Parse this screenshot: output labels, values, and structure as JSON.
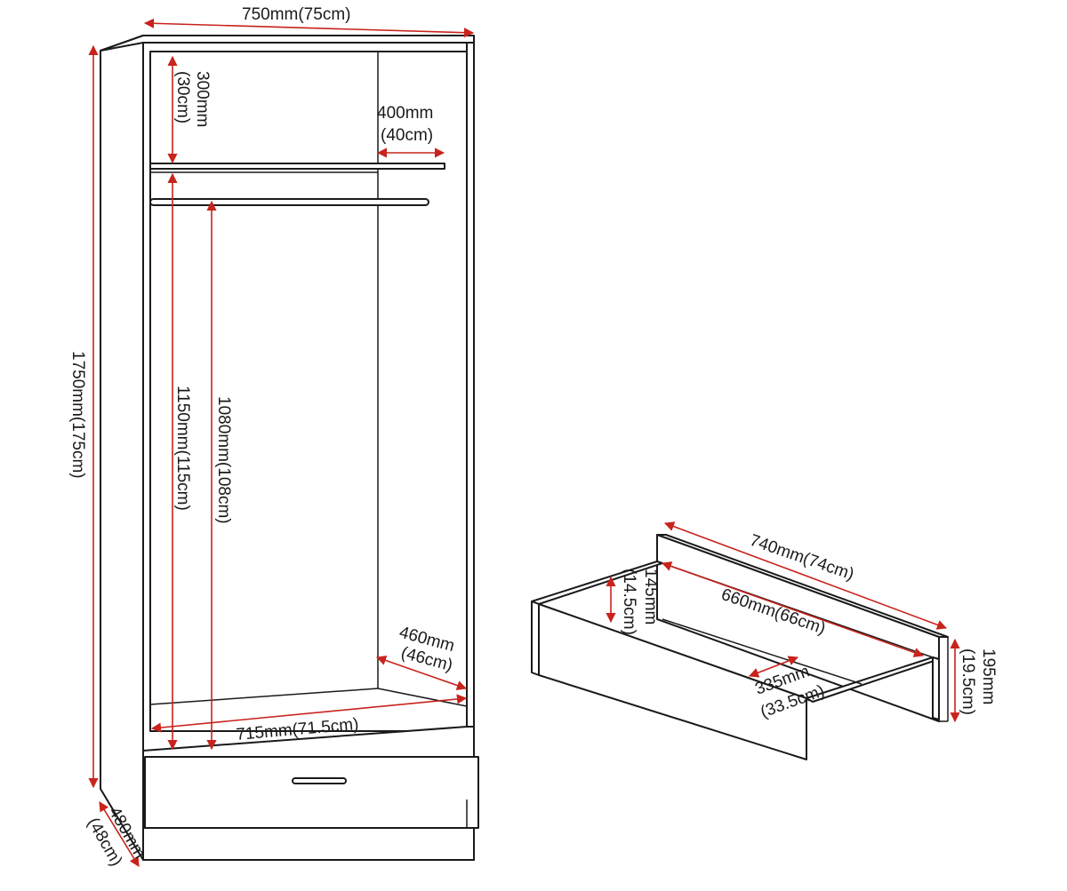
{
  "wardrobe": {
    "overall_width": "750mm(75cm)",
    "overall_height": "1750mm(175cm)",
    "depth_mm": "480mm",
    "depth_cm": "(48cm)",
    "top_gap_mm": "300mm",
    "top_gap_cm": "(30cm)",
    "shelf_depth_mm": "400mm",
    "shelf_depth_cm": "(40cm)",
    "hanging_height": "1150mm(115cm)",
    "rail_height": "1080mm(108cm)",
    "base_depth_mm": "460mm",
    "base_depth_cm": "(46cm)",
    "inner_width": "715mm(71.5cm)"
  },
  "drawer": {
    "front_width": "740mm(74cm)",
    "inner_length": "660mm(66cm)",
    "side_height_mm": "145mm",
    "side_height_cm": "(14.5cm)",
    "front_height_mm": "195mm",
    "front_height_cm": "(19.5cm)",
    "inner_depth_mm": "335mm",
    "inner_depth_cm": "(33.5cm)"
  },
  "colors": {
    "outline": "#1a1a1a",
    "dimension": "#c8231c"
  }
}
